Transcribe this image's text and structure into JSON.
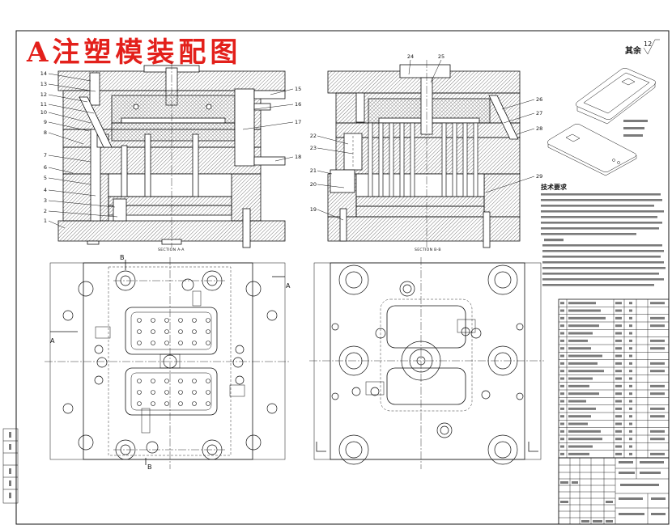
{
  "drawing": {
    "title": "A注塑模装配图",
    "surface_note": "其余",
    "roughness": "12",
    "section_a_label": "SECTION A-A",
    "section_b_label": "SECTION B-B",
    "tech_heading": "技术要求"
  },
  "view_markers": {
    "a_left": "A",
    "a_right": "A",
    "b_top": "B",
    "b_bottom": "B"
  },
  "callouts": {
    "section_a_left": [
      "14",
      "13",
      "12",
      "11",
      "10",
      "9",
      "8",
      "7",
      "6",
      "5",
      "4",
      "3",
      "2",
      "1"
    ],
    "section_a_right": [
      "15",
      "16",
      "17",
      "18"
    ],
    "section_b_top": [
      "24",
      "25"
    ],
    "section_b_right": [
      "26",
      "27",
      "28",
      "29"
    ],
    "section_b_left": [
      "22",
      "23",
      "21",
      "20",
      "19"
    ]
  },
  "colors": {
    "title": "#e3201b",
    "line": "#111111",
    "hatch": "#6f6f6f"
  },
  "icons": {
    "roughness_symbol": "surface-roughness-icon"
  }
}
